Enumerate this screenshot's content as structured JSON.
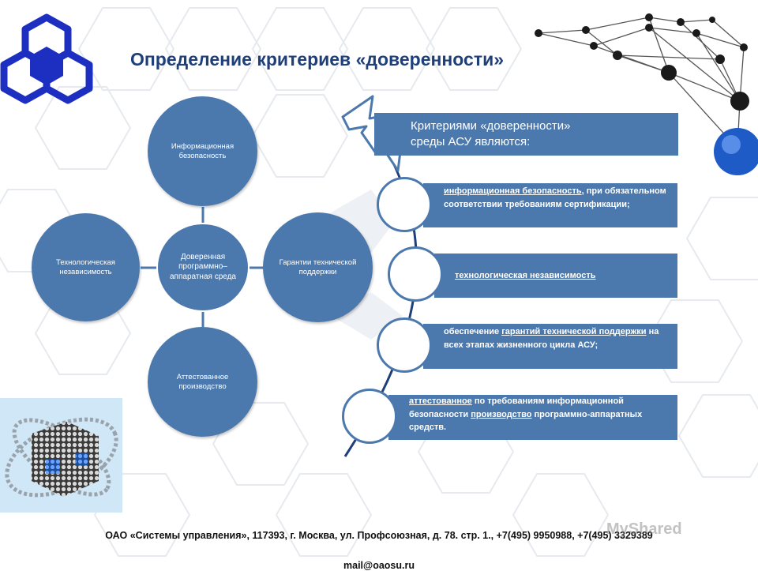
{
  "title": "Определение критериев «доверенности»",
  "mindmap": {
    "center": "Доверенная программно–аппаратная среда",
    "top": "Информационная безопасность",
    "left": "Технологическая независимость",
    "right": "Гарантии технической поддержки",
    "bottom": "Аттестованное производство"
  },
  "panel": {
    "header_line1": "Критериями «доверенности»",
    "header_line2": "среды АСУ являются:",
    "items": [
      {
        "u1": "информационная безопасность",
        "t1": ", при обязательном соответствии требованиям сертификации;"
      },
      {
        "u1": "технологическая независимость"
      },
      {
        "t0": "обеспечение ",
        "u1": "гарантий технической поддержки",
        "t1": " на всех этапах жизненного цикла АСУ;"
      },
      {
        "u1": "аттестованное",
        "t1": " по требованиям информационной безопасности ",
        "u2": "производство",
        "t2": " программно-аппаратных средств."
      }
    ]
  },
  "footer": {
    "line1": "ОАО «Системы управления», 117393, г. Москва, ул. Профсоюзная, д. 78. стр. 1., +7(495) 9950988, +7(495) 3329389",
    "line2": "mail@oaosu.ru"
  },
  "watermark": "MyShared",
  "colors": {
    "accent": "#4c79ad",
    "title": "#1f3f7a",
    "logo": "#1c2fc0"
  }
}
